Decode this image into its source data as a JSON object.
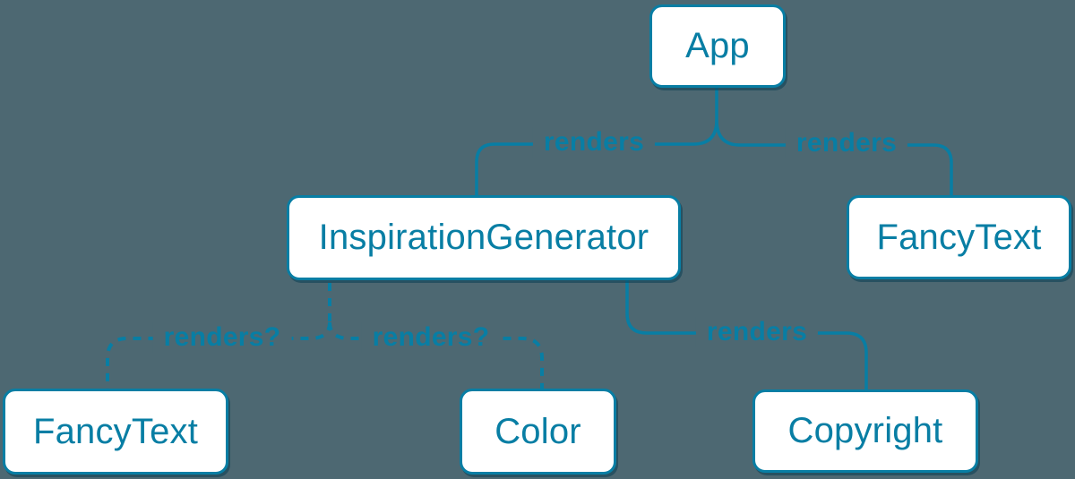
{
  "colors": {
    "background": "#4D6872",
    "accent": "#087EA4",
    "node_background": "#FFFFFF"
  },
  "diagram": {
    "kind": "component-render-tree",
    "nodes": [
      {
        "id": "app",
        "label": "App"
      },
      {
        "id": "inspiration-generator",
        "label": "InspirationGenerator"
      },
      {
        "id": "fancytext-top",
        "label": "FancyText"
      },
      {
        "id": "fancytext-bottom",
        "label": "FancyText"
      },
      {
        "id": "color",
        "label": "Color"
      },
      {
        "id": "copyright",
        "label": "Copyright"
      }
    ],
    "edges": [
      {
        "from": "App",
        "to": "InspirationGenerator",
        "label": "renders",
        "style": "solid"
      },
      {
        "from": "App",
        "to": "FancyText",
        "label": "renders",
        "style": "solid"
      },
      {
        "from": "InspirationGenerator",
        "to": "FancyText",
        "label": "renders?",
        "style": "dashed"
      },
      {
        "from": "InspirationGenerator",
        "to": "Color",
        "label": "renders?",
        "style": "dashed"
      },
      {
        "from": "InspirationGenerator",
        "to": "Copyright",
        "label": "renders",
        "style": "solid"
      }
    ]
  }
}
